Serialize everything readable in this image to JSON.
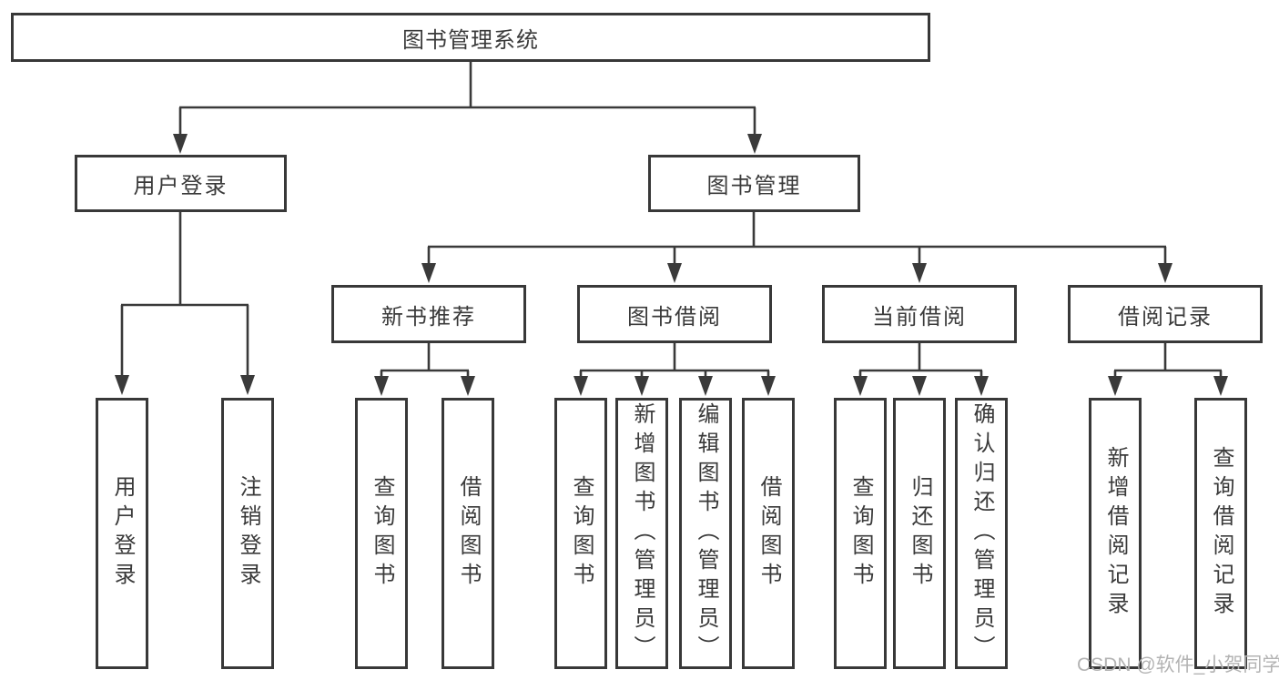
{
  "tree": {
    "label": "图书管理系统",
    "children": [
      {
        "label": "用户登录",
        "children": [
          {
            "label": "用户登录"
          },
          {
            "label": "注销登录"
          }
        ]
      },
      {
        "label": "图书管理",
        "children": [
          {
            "label": "新书推荐",
            "children": [
              {
                "label": "查询图书"
              },
              {
                "label": "借阅图书"
              }
            ]
          },
          {
            "label": "图书借阅",
            "children": [
              {
                "label": "查询图书"
              },
              {
                "label": "新增图书（管理员）"
              },
              {
                "label": "编辑图书（管理员）"
              },
              {
                "label": "借阅图书"
              }
            ]
          },
          {
            "label": "当前借阅",
            "children": [
              {
                "label": "查询图书"
              },
              {
                "label": "归还图书"
              },
              {
                "label": "确认归还（管理员）"
              }
            ]
          },
          {
            "label": "借阅记录",
            "children": [
              {
                "label": "新增借阅记录"
              },
              {
                "label": "查询借阅记录"
              }
            ]
          }
        ]
      }
    ]
  },
  "watermark": {
    "text": "CSDN @软件_小贺同学"
  },
  "colors": {
    "line": "#3a3a3a",
    "box_border": "#383838",
    "text": "#3a3a3a",
    "watermark": "#b3b3b3",
    "background": "#ffffff"
  }
}
